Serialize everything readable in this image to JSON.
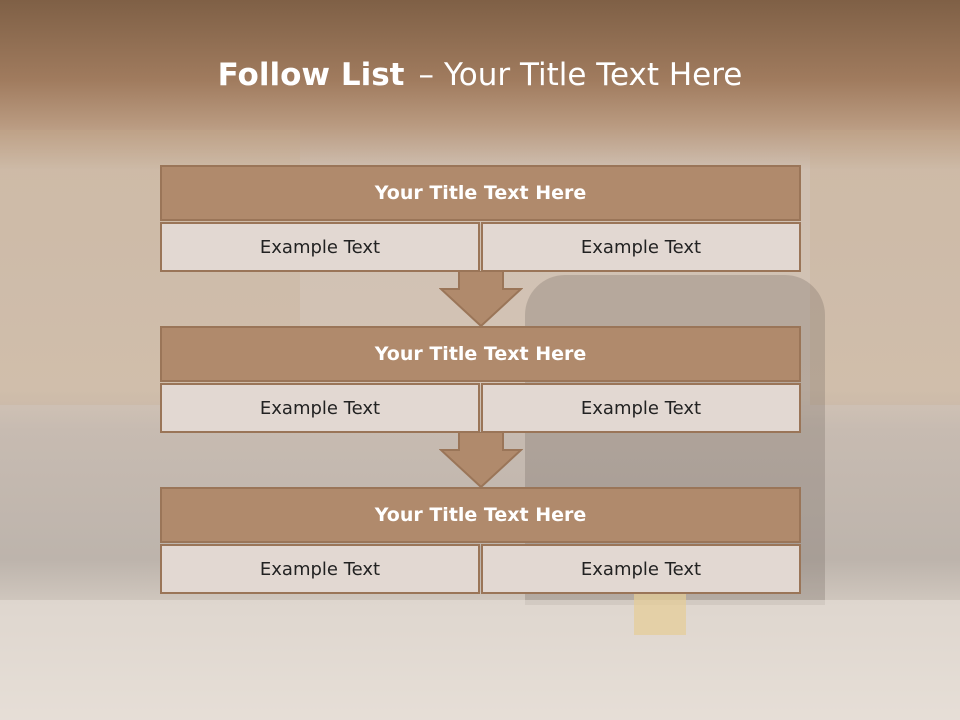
{
  "slide": {
    "title_strong": "Follow List",
    "title_separator": "–",
    "title_rest": "Your Title Text Here"
  },
  "blocks": [
    {
      "title": "Your Title Text Here",
      "left": "Example Text",
      "right": "Example Text"
    },
    {
      "title": "Your Title Text Here",
      "left": "Example Text",
      "right": "Example Text"
    },
    {
      "title": "Your Title Text Here",
      "left": "Example Text",
      "right": "Example Text"
    }
  ],
  "colors": {
    "header_fill": "#b08a6c",
    "border": "#9a7558",
    "cell_fill": "#e2d8d2",
    "arrow_fill": "#b08a6c"
  }
}
